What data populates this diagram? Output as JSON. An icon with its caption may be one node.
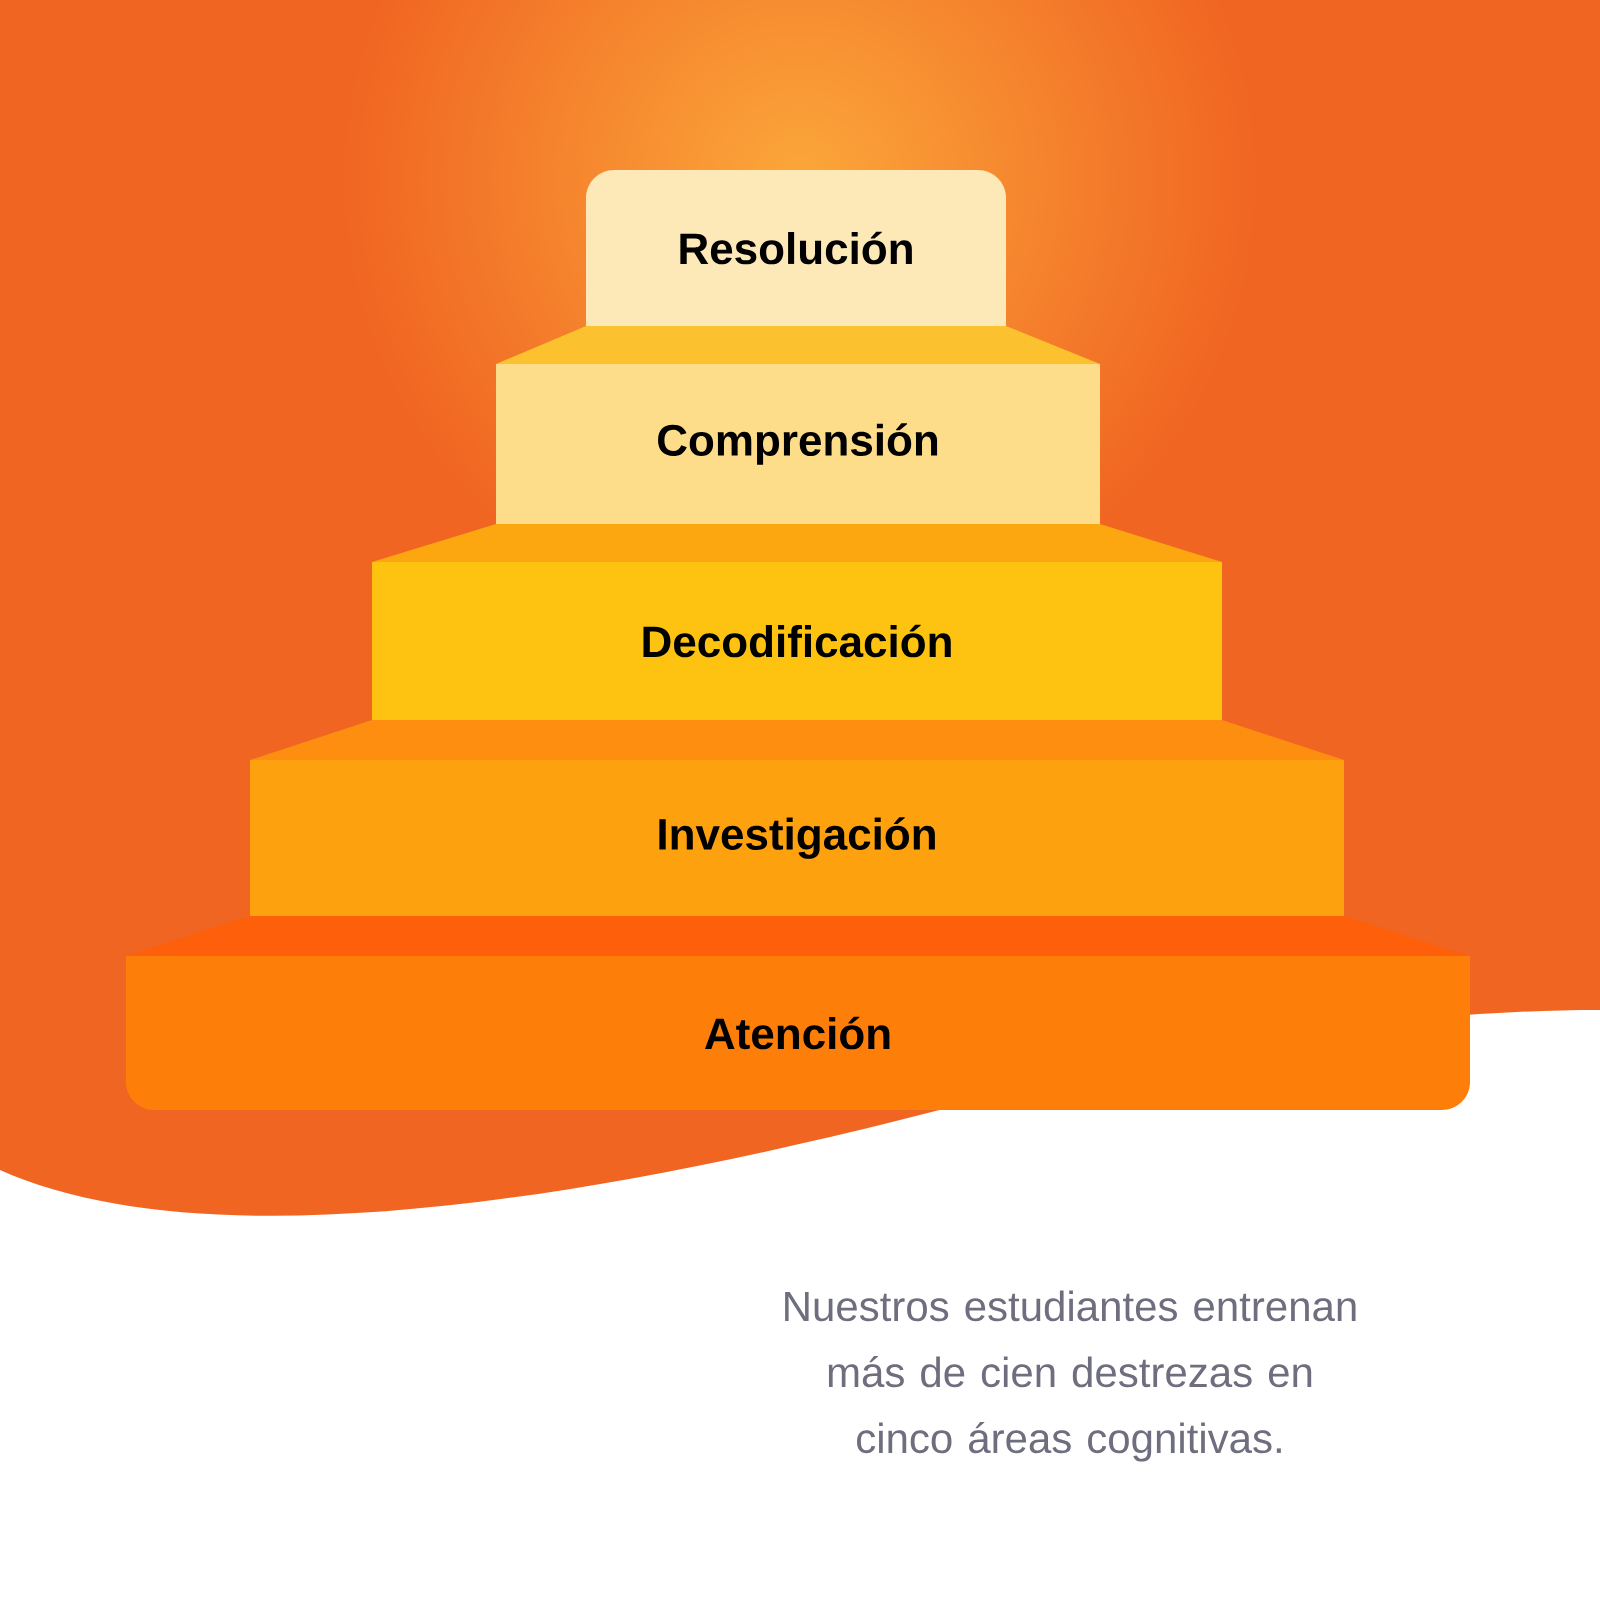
{
  "diagram": {
    "nodes": [
      {
        "text": [
          "Resolución"
        ]
      },
      {
        "text": [
          "Comprensión"
        ]
      },
      {
        "text": [
          "Decodificación"
        ]
      },
      {
        "text": [
          "Investigación"
        ]
      },
      {
        "text": [
          "Atención"
        ]
      }
    ],
    "caption": "Nuestros estudiantes entrenan más de cien destrezas en cinco áreas cognitivas."
  }
}
